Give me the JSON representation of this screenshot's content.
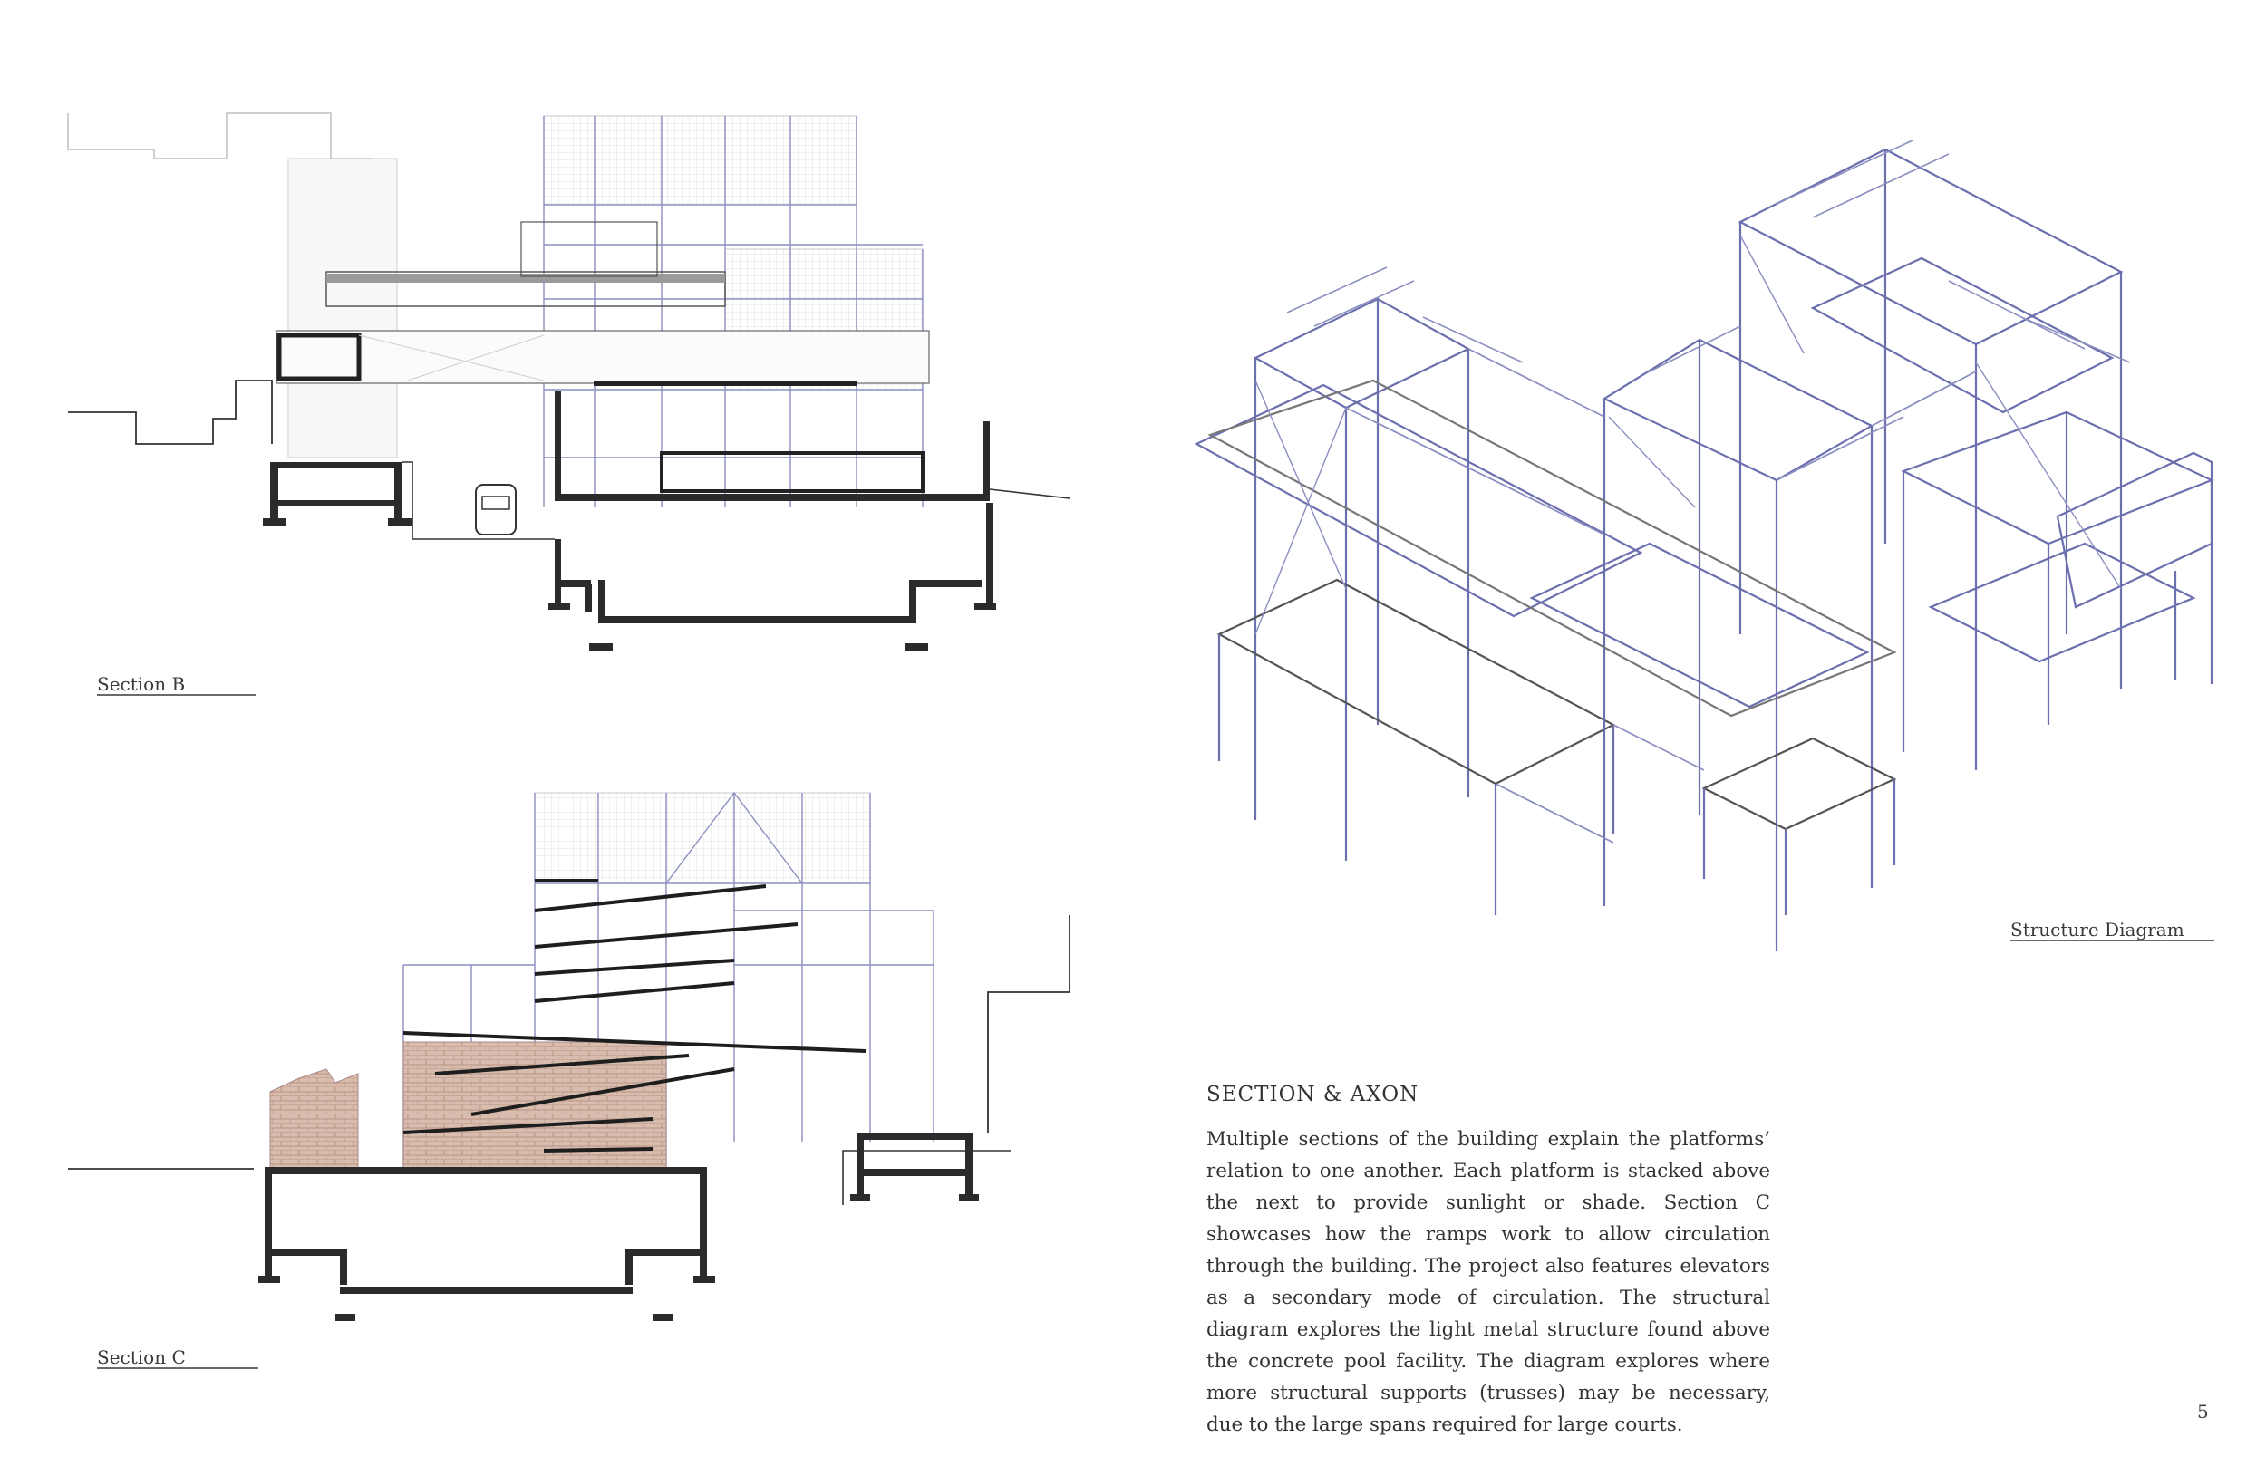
{
  "labels": {
    "section_b": "Section B",
    "section_c": "Section C",
    "structure_diagram": "Structure Diagram"
  },
  "text": {
    "heading": "SECTION & AXON",
    "body": "Multiple sections of the building explain the platforms’ relation to one another. Each platform is stacked above the next to provide sunlight or shade. Section C showcases how the ramps work to allow circulation through the building. The project also features elevators as a secondary mode of circulation. The structural diagram explores the light metal structure found above the concrete pool facility. The diagram explores where more structural supports (trusses) may be necessary, due to the large spans required for large courts."
  },
  "page_number": "5",
  "colors": {
    "structure": "#6b6fae",
    "wall": "#2b2b2b",
    "brick": "#c9a898",
    "text": "#3a3a3a"
  }
}
